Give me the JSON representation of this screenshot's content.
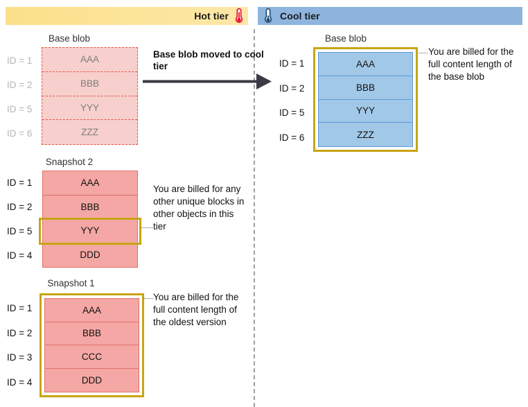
{
  "tiers": {
    "hot": {
      "label": "Hot tier",
      "icon": "thermometer-hot-icon",
      "bar_color": "#fce49a",
      "icon_color": "#e8112d"
    },
    "cool": {
      "label": "Cool tier",
      "icon": "thermometer-cool-icon",
      "bar_color": "#8eb5de",
      "icon_color": "#1f4e79"
    }
  },
  "transition": {
    "caption": "Base blob moved to cool tier",
    "arrow": "right-arrow-icon"
  },
  "hot_tier": {
    "base_blob": {
      "title": "Base blob",
      "state": "moved-out",
      "rows": [
        {
          "id": "ID = 1",
          "value": "AAA"
        },
        {
          "id": "ID = 2",
          "value": "BBB"
        },
        {
          "id": "ID = 5",
          "value": "YYY"
        },
        {
          "id": "ID = 6",
          "value": "ZZZ"
        }
      ]
    },
    "snapshot2": {
      "title": "Snapshot 2",
      "rows": [
        {
          "id": "ID = 1",
          "value": "AAA"
        },
        {
          "id": "ID = 2",
          "value": "BBB"
        },
        {
          "id": "ID = 5",
          "value": "YYY"
        },
        {
          "id": "ID = 4",
          "value": "DDD"
        }
      ],
      "highlighted_row_index": 2,
      "callout": "You are billed for any other unique blocks in other objects in this tier"
    },
    "snapshot1": {
      "title": "Snapshot 1",
      "rows": [
        {
          "id": "ID = 1",
          "value": "AAA"
        },
        {
          "id": "ID = 2",
          "value": "BBB"
        },
        {
          "id": "ID = 3",
          "value": "CCC"
        },
        {
          "id": "ID = 4",
          "value": "DDD"
        }
      ],
      "highlighted": true,
      "callout": "You are billed for the full content length of the oldest version"
    }
  },
  "cool_tier": {
    "base_blob": {
      "title": "Base blob",
      "rows": [
        {
          "id": "ID = 1",
          "value": "AAA"
        },
        {
          "id": "ID = 2",
          "value": "BBB"
        },
        {
          "id": "ID = 5",
          "value": "YYY"
        },
        {
          "id": "ID = 6",
          "value": "ZZZ"
        }
      ],
      "highlighted": true,
      "callout": "You are billed for the full content length of the base blob"
    }
  },
  "colors": {
    "pink_fill": "#f4a7a4",
    "pink_border": "#e0716c",
    "faded_pink_fill": "#f7cfcc",
    "faded_pink_border": "#e8544a",
    "blue_fill": "#a2c8e8",
    "blue_border": "#5b9bd5",
    "gold_highlight": "#c8a415"
  }
}
